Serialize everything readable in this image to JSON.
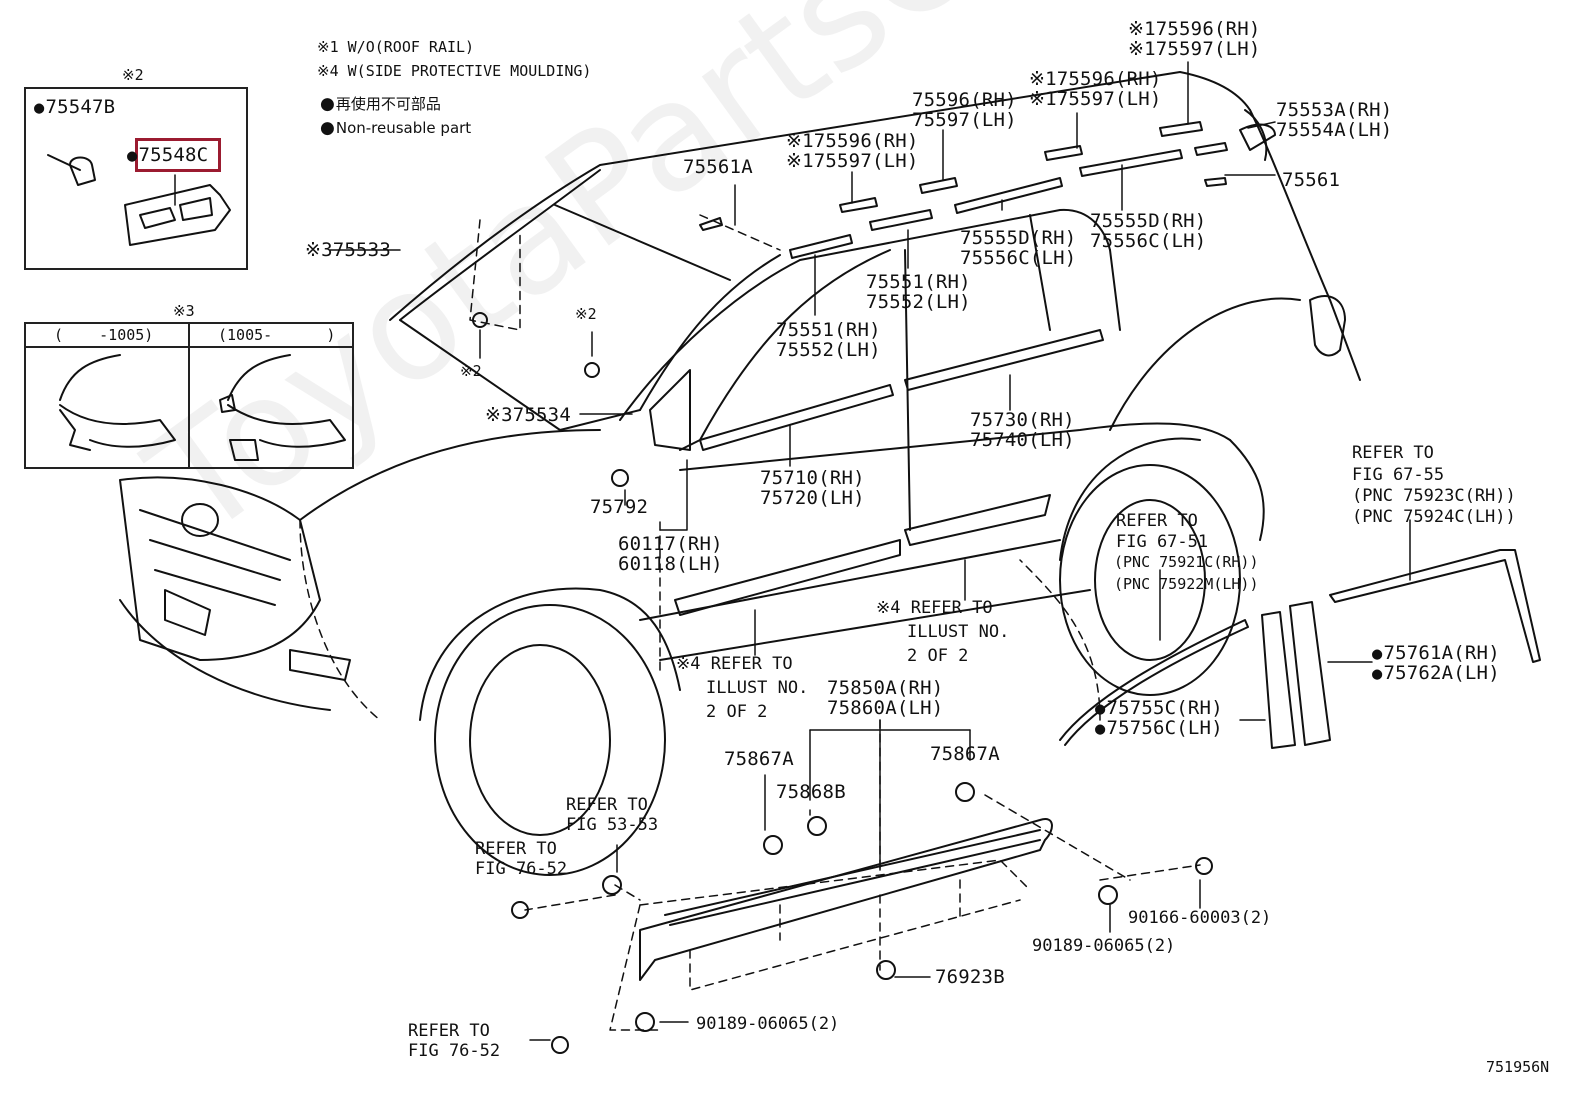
{
  "watermark": "ToyotaPartsOnline.ru",
  "legend": {
    "line1": "※1 W/O(ROOF RAIL)",
    "line2": "※4 W(SIDE PROTECTIVE MOULDING)",
    "line3": "再使用不可部品",
    "line4": "Non-reusable part"
  },
  "insets": {
    "inset2": {
      "mark": "※2",
      "part1": "75547B",
      "part2": "75548C"
    },
    "inset3": {
      "mark": "※3",
      "col1": "(    -1005)",
      "col2": "(1005-      )"
    }
  },
  "callouts": {
    "p75533": "※375533",
    "p75534": "※375534",
    "mark2a": "※2",
    "mark2b": "※2",
    "p75561A": "75561A",
    "p75596_1": "※175596(RH)",
    "p75597_1": "※175597(LH)",
    "p75596_2": "75596(RH)",
    "p75597_2": "75597(LH)",
    "p75596_3": "※175596(RH)",
    "p75597_3": "※175597(LH)",
    "p75596_4": "※175596(RH)",
    "p75597_4": "※175597(LH)",
    "p75553A": "75553A(RH)",
    "p75554A": "75554A(LH)",
    "p75561": "75561",
    "p75555D_a": "75555D(RH)",
    "p75556C_a": "75556C(LH)",
    "p75555D_b": "75555D(RH)",
    "p75556C_b": "75556C(LH)",
    "p75551_a": "75551(RH)",
    "p75552_a": "75552(LH)",
    "p75551_b": "75551(RH)",
    "p75552_b": "75552(LH)",
    "p75730": "75730(RH)",
    "p75740": "75740(LH)",
    "p75710": "75710(RH)",
    "p75720": "75720(LH)",
    "p75792": "75792",
    "p60117": "60117(RH)",
    "p60118": "60118(LH)",
    "ref4a_1": "※4 REFER TO",
    "ref4a_2": "ILLUST NO.",
    "ref4a_3": "2 OF 2",
    "ref4b_1": "※4 REFER TO",
    "ref4b_2": "ILLUST NO.",
    "ref4b_3": "2 OF 2",
    "p75850A": "75850A(RH)",
    "p75860A": "75860A(LH)",
    "p75867A_a": "75867A",
    "p75867A_b": "75867A",
    "p75868B": "75868B",
    "ref5353_1": "REFER TO",
    "ref5353_2": "FIG 53-53",
    "ref7652a_1": "REFER TO",
    "ref7652a_2": "FIG 76-52",
    "ref7652b_1": "REFER TO",
    "ref7652b_2": "FIG 76-52",
    "p90166": "90166-60003(2)",
    "p90189a": "90189-06065(2)",
    "p90189b": "90189-06065(2)",
    "p76923B": "76923B",
    "ref6751_1": "REFER TO",
    "ref6751_2": "FIG 67-51",
    "ref6751_3": "(PNC 75921C(RH))",
    "ref6751_4": "(PNC 75922M(LH))",
    "ref6755_1": "REFER TO",
    "ref6755_2": "FIG 67-55",
    "ref6755_3": "(PNC 75923C(RH))",
    "ref6755_4": "(PNC 75924C(LH))",
    "p75755C": "75755C(RH)",
    "p75756C": "75756C(LH)",
    "p75761A": "75761A(RH)",
    "p75762A": "75762A(LH)"
  },
  "figure_id": "751956N",
  "highlight_color": "#9b1b30"
}
